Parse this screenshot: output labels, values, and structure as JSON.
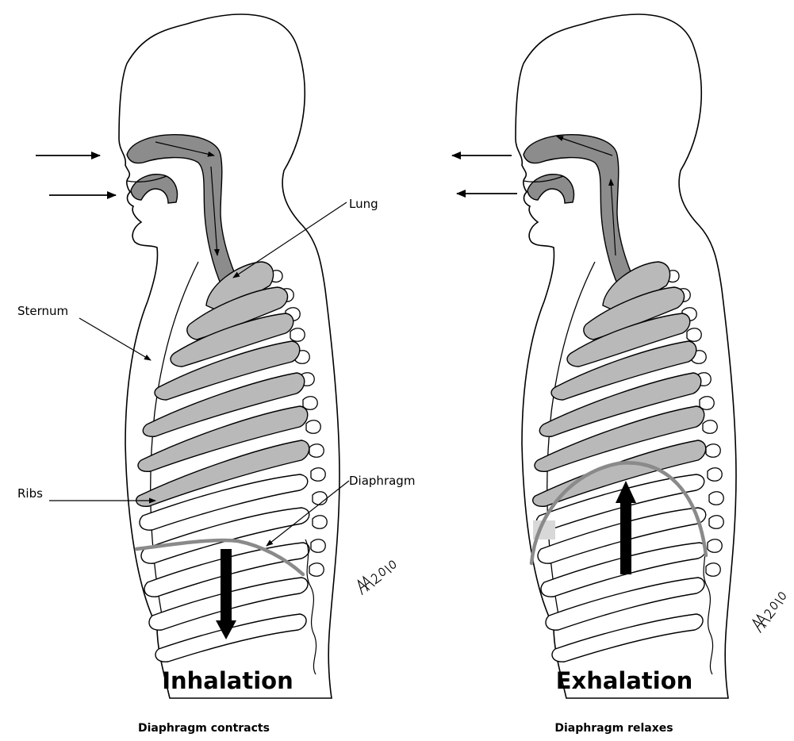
{
  "labels": {
    "lung": "Lung",
    "sternum": "Sternum",
    "ribs": "Ribs",
    "diaphragm": "Diaphragm"
  },
  "panels": {
    "inhalation": {
      "title": "Inhalation",
      "caption": "Diaphragm contracts"
    },
    "exhalation": {
      "title": "Exhalation",
      "caption": "Diaphragm relaxes"
    }
  },
  "signature": "AA2010",
  "colors": {
    "airway": "#8c8c8c",
    "lung_lobe": "#b9b9b9",
    "diaphragm": "#8a8a8a",
    "outline": "#000000",
    "background": "#ffffff"
  }
}
